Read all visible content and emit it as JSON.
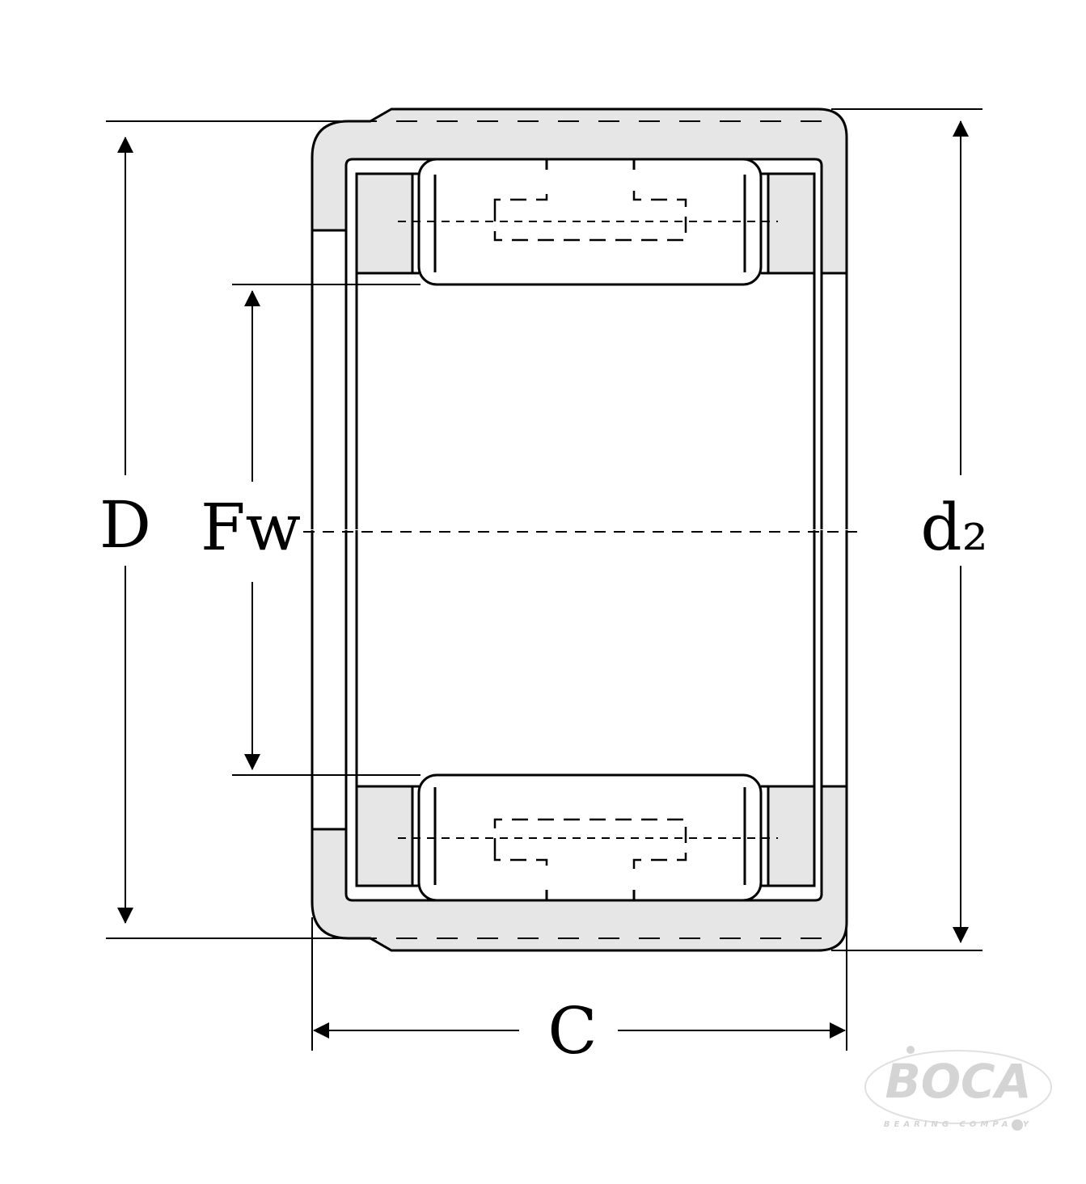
{
  "diagram": {
    "title": "Drawn cup needle roller bearing dimensions",
    "labels": {
      "outer_diameter": "D",
      "roller_set_bore": "Fw",
      "cup_diameter": "d₂",
      "width": "C"
    }
  },
  "logo": {
    "name": "BOCA",
    "tagline": "BEARING COMPANY"
  },
  "colors": {
    "fill": "#e6e6e6",
    "line": "#000000",
    "logo": "#d4d4d4"
  }
}
